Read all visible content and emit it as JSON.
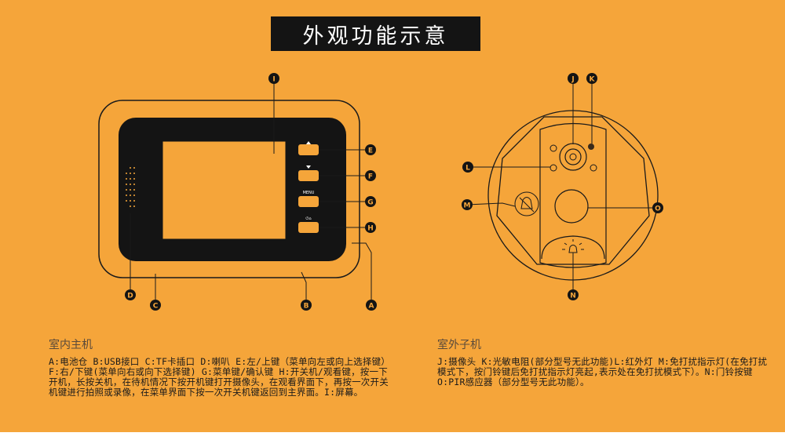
{
  "title": "外观功能示意",
  "indoor": {
    "heading": "室内主机",
    "description": "A:电池仓 B:USB接口 C:TF卡插口 D:喇叭 E:左/上键（菜单向左或向上选择键）F:右/下键(菜单向右或向下选择键) G:菜单键/确认键 H:开关机/观看键，按一下开机，长按关机，在待机情况下按开机键打开摄像头，在观看界面下，再按一次开关机键进行拍照或录像，在菜单界面下按一次开关机键返回到主界面。I:屏幕。",
    "callouts": [
      "I",
      "E",
      "F",
      "G",
      "H",
      "A",
      "B",
      "C",
      "D"
    ],
    "buttons": {
      "up": "▲",
      "down": "▼",
      "menu": "MENU",
      "power": "⏻/⌂"
    }
  },
  "outdoor": {
    "heading": "室外子机",
    "description": "J:摄像头 K:光敏电阻(部分型号无此功能)L:红外灯 M:免打扰指示灯(在免打扰模式下，按门铃键后免打扰指示灯亮起,表示处在免打扰模式下）。N:门铃按键 O:PIR感应器（部分型号无此功能）。",
    "callouts": [
      "J",
      "K",
      "L",
      "M",
      "O",
      "N"
    ]
  },
  "colors": {
    "background": "#f5a53a",
    "dark": "#141414",
    "screen": "#f5a53a"
  }
}
